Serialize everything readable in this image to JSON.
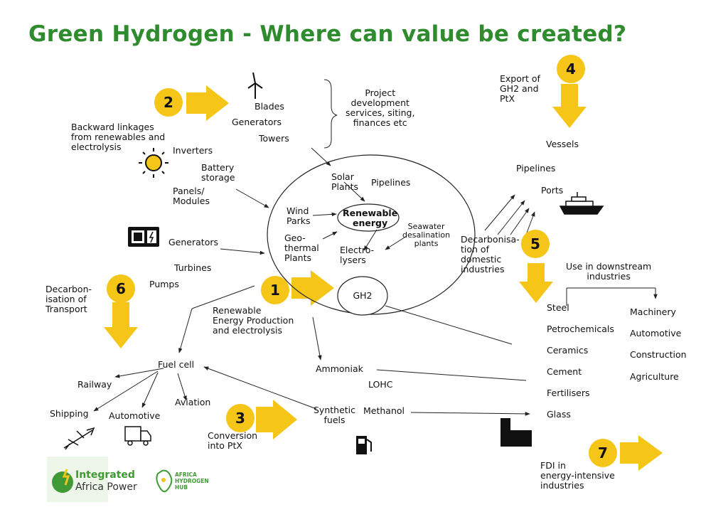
{
  "title": "Green Hydrogen - Where can value be created?",
  "colors": {
    "title": "#2e8b2e",
    "accent": "#f5c518",
    "line": "#222222"
  },
  "steps": {
    "s1": {
      "num": "1",
      "label": "Renewable\nEnergy Production\nand electrolysis"
    },
    "s2": {
      "num": "2",
      "label": "Backward linkages\nfrom renewables and\nelectrolysis"
    },
    "s3": {
      "num": "3",
      "label": "Conversion\ninto PtX"
    },
    "s4": {
      "num": "4",
      "label": "Export of\nGH2 and\nPtX"
    },
    "s5": {
      "num": "5",
      "label": "Decarbonisa-\ntion of\ndomestic\nindustries"
    },
    "s6": {
      "num": "6",
      "label": "Decarbon-\nisation of\nTransport"
    },
    "s7": {
      "num": "7",
      "label": "FDI in\nenergy-intensive\nindustries"
    }
  },
  "project_services": "Project\ndevelopment\nservices, siting,\nfinances etc",
  "wind_parts": [
    "Blades",
    "Generators",
    "Towers"
  ],
  "solar_parts": [
    "Inverters",
    "Battery\nstorage",
    "Panels/\nModules"
  ],
  "power_parts": [
    "Generators",
    "Turbines",
    "Pumps"
  ],
  "ellipse": {
    "solar": "Solar\nPlants",
    "pipelines": "Pipelines",
    "wind": "Wind\nParks",
    "center": "Renewable\nenergy",
    "geothermal": "Geo-\nthermal\nPlants",
    "electrolysers": "Electro-\nlysers",
    "seawater": "Seawater\ndesalination\nplants"
  },
  "gh2": "GH2",
  "export_items": [
    "Vessels",
    "Pipelines",
    "Ports"
  ],
  "downstream_header": "Use in downstream\nindustries",
  "downstream_left": [
    "Steel",
    "Petrochemicals",
    "Ceramics",
    "Cement",
    "Fertilisers",
    "Glass"
  ],
  "downstream_right": [
    "Machinery",
    "Automotive",
    "Construction",
    "Agriculture"
  ],
  "ptx": {
    "ammoniak": "Ammoniak",
    "lohc": "LOHC",
    "synthetic": "Synthetic\nfuels",
    "methanol": "Methanol"
  },
  "transport": {
    "fuel_cell": "Fuel cell",
    "railway": "Railway",
    "shipping": "Shipping",
    "automotive": "Automotive",
    "aviation": "Aviation"
  },
  "logos": {
    "iap_line1": "Integrated",
    "iap_line2": "Africa Power",
    "ahh_line1": "AFRICA",
    "ahh_line2": "HYDROGEN",
    "ahh_line3": "HUB"
  }
}
